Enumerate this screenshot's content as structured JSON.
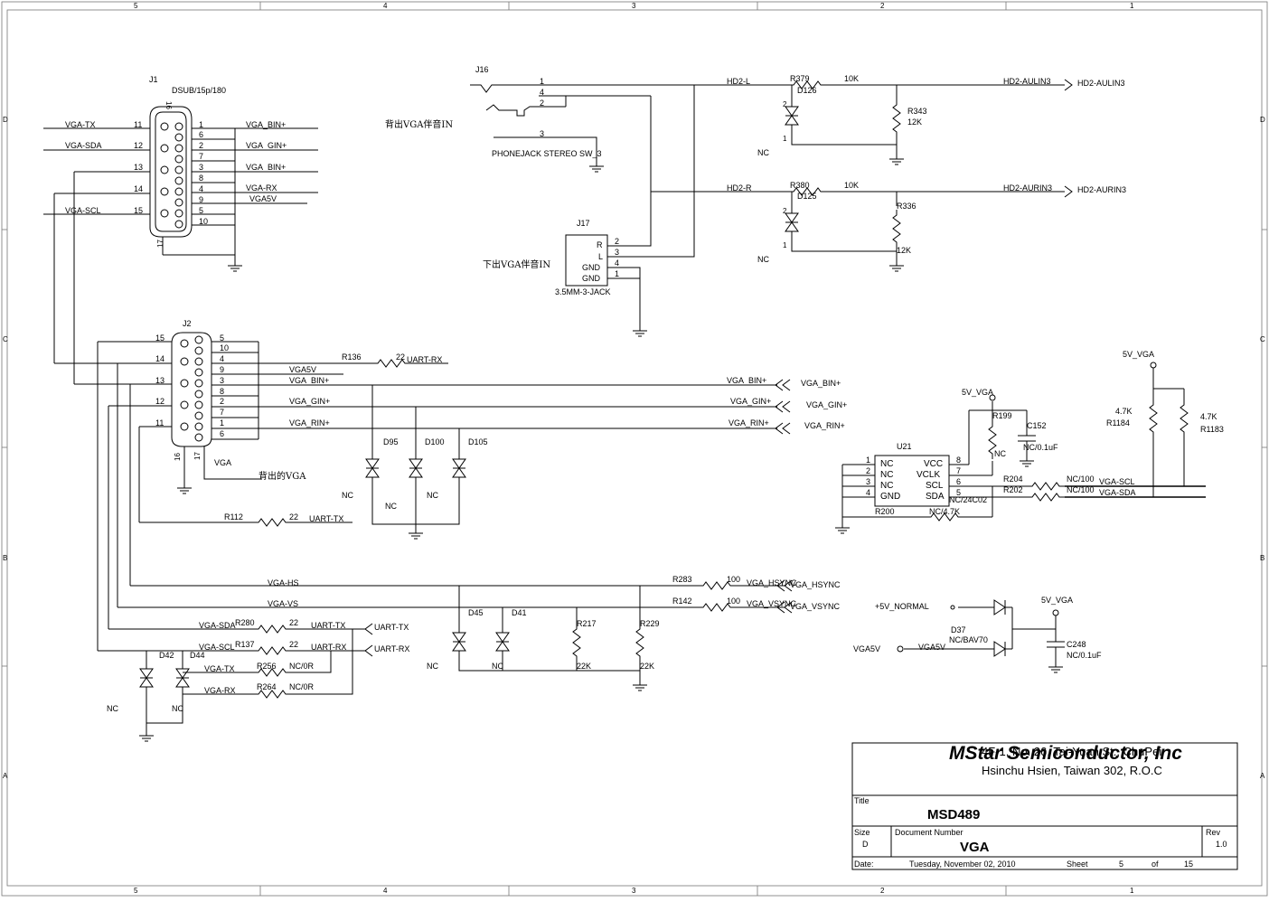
{
  "border": {
    "top_zones": [
      "5",
      "4",
      "3",
      "2",
      "1"
    ],
    "bottom_zones": [
      "5",
      "4",
      "3",
      "2",
      "1"
    ],
    "left_zones": [
      "D",
      "C",
      "B",
      "A"
    ],
    "right_zones": [
      "D",
      "C",
      "B",
      "A"
    ]
  },
  "j1": {
    "ref": "J1",
    "part": "DSUB/15p/180",
    "mount1": "16",
    "mount2": "17",
    "pins": [
      "1",
      "6",
      "2",
      "7",
      "3",
      "8",
      "4",
      "9",
      "5",
      "10"
    ],
    "left_pins": [
      "11",
      "12",
      "13",
      "14",
      "15"
    ],
    "nets_right": [
      "VGA_BIN+",
      "VGA_GIN+",
      "VGA_BIN+",
      "VGA-RX",
      "VGA5V"
    ],
    "nets_left": [
      "VGA-TX",
      "VGA-SDA",
      "VGA-SCL"
    ]
  },
  "note_back_audio": "背出VGA伴音IN",
  "note_down_audio": "下出VGA伴音IN",
  "note_back_vga": "背出的VGA",
  "j16": {
    "ref": "J16",
    "part": "PHONEJACK STEREO SW_3",
    "pins": [
      "1",
      "4",
      "2",
      "3"
    ]
  },
  "j17": {
    "ref": "J17",
    "part": "3.5MM-3-JACK",
    "labels": [
      "R",
      "L",
      "GND",
      "GND"
    ],
    "pins": [
      "2",
      "3",
      "4",
      "1"
    ]
  },
  "audio": {
    "nets": [
      "HD2-L",
      "HD2-R"
    ],
    "r379": "R379",
    "r380": "R380",
    "r379_val": "10K",
    "r380_val": "10K",
    "d126": "D126",
    "d125": "D125",
    "r343": "R343",
    "r343_val": "12K",
    "r336": "R336",
    "r336_val": "12K",
    "out1": "HD2-AULIN3",
    "out2": "HD2-AURIN3",
    "nc": "NC",
    "pin2": "2",
    "pin1": "1"
  },
  "j2": {
    "ref": "J2",
    "label": "VGA",
    "left_pins": [
      "15",
      "14",
      "13",
      "12",
      "11"
    ],
    "right_pins": [
      "5",
      "10",
      "4",
      "9",
      "3",
      "8",
      "2",
      "7",
      "1",
      "6"
    ],
    "bottom_pins": [
      "16",
      "17"
    ],
    "nets": [
      "VGA5V",
      "VGA_BIN+",
      "VGA_GIN+",
      "VGA_RIN+"
    ]
  },
  "rgb": {
    "r136": "R136",
    "r136_val": "22",
    "uart_rx": "UART-RX",
    "r112": "R112",
    "r112_val": "22",
    "uart_tx": "UART-TX",
    "out_nets": [
      "VGA_BIN+",
      "VGA_GIN+",
      "VGA_RIN+"
    ],
    "diodes": [
      "D95",
      "D100",
      "D105"
    ],
    "nc": "NC"
  },
  "sync": {
    "vga_hs": "VGA-HS",
    "vga_vs": "VGA-VS",
    "r283": "R283",
    "r142": "R142",
    "r_val": "100",
    "hsync": "VGA_HSYNC",
    "vsync": "VGA_VSYNC",
    "d45": "D45",
    "d41": "D41",
    "r217": "R217",
    "r229": "R229",
    "r_pd": "22K",
    "nc": "NC"
  },
  "uart": {
    "vga_sda": "VGA-SDA",
    "vga_scl": "VGA-SCL",
    "r280": "R280",
    "r137": "R137",
    "val22": "22",
    "uart_tx": "UART-TX",
    "uart_rx": "UART-RX",
    "d42": "D42",
    "d44": "D44",
    "vga_tx": "VGA-TX",
    "vga_rx": "VGA-RX",
    "r256": "R256",
    "r264": "R264",
    "nc0r": "NC/0R",
    "nc": "NC"
  },
  "eeprom": {
    "u21": "U21",
    "left_labels": [
      "NC",
      "NC",
      "NC",
      "GND"
    ],
    "right_labels": [
      "VCC",
      "VCLK",
      "SCL",
      "SDA"
    ],
    "left_pins": [
      "1",
      "2",
      "3",
      "4"
    ],
    "right_pins": [
      "8",
      "7",
      "6",
      "5"
    ],
    "part": "NC/24C02",
    "rail": "5V_VGA",
    "r199": "R199",
    "r199_val": "NC",
    "c152": "C152",
    "c152_val": "NC/0.1uF",
    "r204": "R204",
    "r202": "R202",
    "r_val": "NC/100",
    "r200": "R200",
    "r200_val": "NC/4.7K",
    "vga_scl": "VGA-SCL",
    "vga_sda": "VGA-SDA",
    "rail2": "5V_VGA",
    "r1184": "R1184",
    "r1183": "R1183",
    "val47": "4.7K"
  },
  "power": {
    "in5v": "+5V_NORMAL",
    "d37": "D37",
    "d37_part": "NC/BAV70",
    "rail": "5V_VGA",
    "vga5v": "VGA5V",
    "c248": "C248",
    "c248_val": "NC/0.1uF"
  },
  "title_block": {
    "company": "MStar Semiconductor, Inc",
    "addr_overlap": "4F-1, No. 26, Tai-Yuan St., ChuPei",
    "addr": "Hsinchu Hsien, Taiwan 302, R.O.C",
    "title_label": "Title",
    "title": "MSD489",
    "size_label": "Size",
    "size": "D",
    "docnum_label": "Document Number",
    "docnum": "VGA",
    "rev_label": "Rev",
    "rev": "1.0",
    "date_label": "Date:",
    "date": "Tuesday, November 02, 2010",
    "sheet_label": "Sheet",
    "sheet": "5",
    "of_label": "of",
    "total": "15"
  }
}
